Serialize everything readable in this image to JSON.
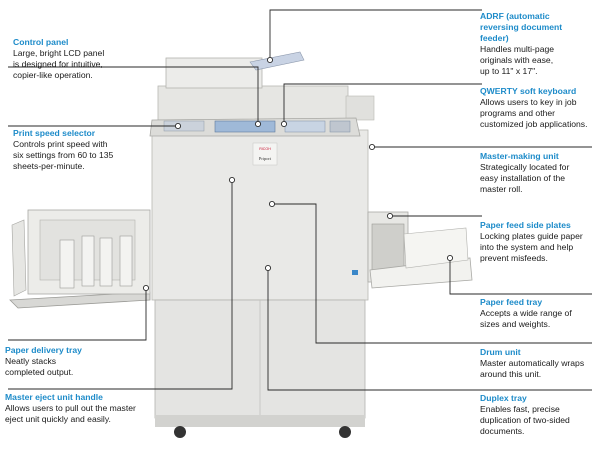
{
  "callouts": {
    "control_panel": {
      "title": "Control panel",
      "desc": "Large, bright LCD panel\nis designed for intuitive,\ncopier-like operation."
    },
    "print_speed": {
      "title": "Print speed selector",
      "desc": "Controls print speed with\nsix settings from 60 to 135\nsheets-per-minute."
    },
    "paper_delivery": {
      "title": "Paper delivery tray",
      "desc": "Neatly stacks\ncompleted output."
    },
    "master_eject": {
      "title": "Master eject unit handle",
      "desc": "Allows users to pull out the master\neject unit quickly and easily."
    },
    "adrf": {
      "title": "ADRF (automatic\nreversing document\nfeeder)",
      "desc": "Handles multi-page\noriginals with ease,\nup to 11\" x 17\"."
    },
    "qwerty": {
      "title": "QWERTY soft keyboard",
      "desc": "Allows users to key in job\nprograms and other\ncustomized job applications."
    },
    "master_making": {
      "title": "Master-making unit",
      "desc": "Strategically located for\neasy installation of the\nmaster roll."
    },
    "side_plates": {
      "title": "Paper feed side plates",
      "desc": "Locking plates guide paper\ninto the system and help\nprevent misfeeds."
    },
    "feed_tray": {
      "title": "Paper feed tray",
      "desc": "Accepts a wide range of\nsizes and weights."
    },
    "drum": {
      "title": "Drum unit",
      "desc": "Master automatically wraps\naround this unit."
    },
    "duplex": {
      "title": "Duplex tray",
      "desc": "Enables fast, precise\nduplication of two-sided\ndocuments."
    }
  },
  "machine": {
    "brand": "RICOH",
    "model": "Priport"
  },
  "colors": {
    "accent": "#1d8bc9",
    "body": "#e9e9e7",
    "panel": "#dcdcd9",
    "line": "#2a2a2a"
  }
}
